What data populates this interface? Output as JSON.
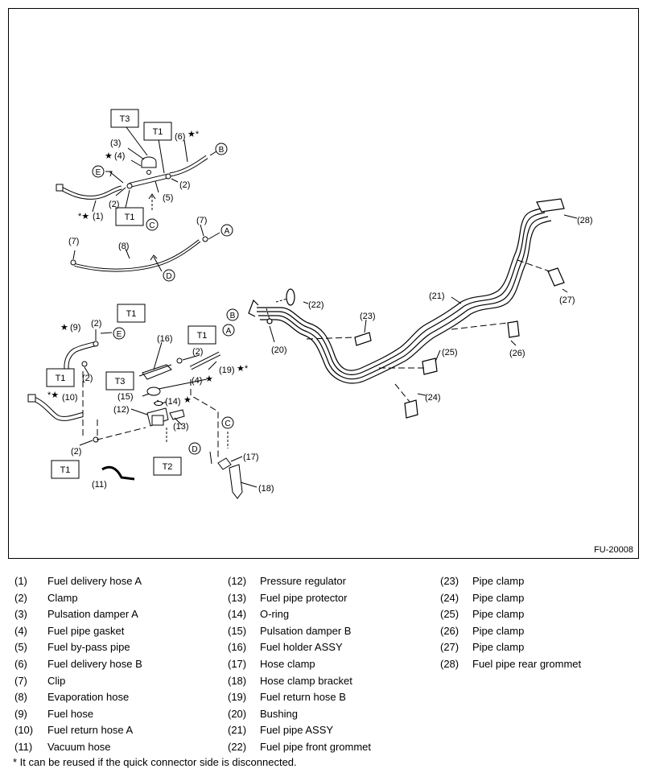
{
  "figure_id": "FU-20008",
  "callouts": {
    "n1": "(1)",
    "n2": "(2)",
    "n3": "(3)",
    "n4": "(4)",
    "n5": "(5)",
    "n6": "(6)",
    "n7": "(7)",
    "n8": "(8)",
    "n9": "(9)",
    "n10": "(10)",
    "n11": "(11)",
    "n12": "(12)",
    "n13": "(13)",
    "n14": "(14)",
    "n15": "(15)",
    "n16": "(16)",
    "n17": "(17)",
    "n18": "(18)",
    "n19": "(19)",
    "n20": "(20)",
    "n21": "(21)",
    "n22": "(22)",
    "n23": "(23)",
    "n24": "(24)",
    "n25": "(25)",
    "n26": "(26)",
    "n27": "(27)",
    "n28": "(28)",
    "star": "★",
    "star_asterisk": "★*",
    "asterisk_star": "*★",
    "A": "A",
    "B": "B",
    "C": "C",
    "D": "D",
    "E": "E",
    "T1": "T1",
    "T2": "T2",
    "T3": "T3"
  },
  "legend": {
    "col1": [
      {
        "num": "(1)",
        "name": "Fuel delivery hose A"
      },
      {
        "num": "(2)",
        "name": "Clamp"
      },
      {
        "num": "(3)",
        "name": "Pulsation damper A"
      },
      {
        "num": "(4)",
        "name": "Fuel pipe gasket"
      },
      {
        "num": "(5)",
        "name": "Fuel by-pass pipe"
      },
      {
        "num": "(6)",
        "name": "Fuel delivery hose B"
      },
      {
        "num": "(7)",
        "name": "Clip"
      },
      {
        "num": "(8)",
        "name": "Evaporation hose"
      },
      {
        "num": "(9)",
        "name": "Fuel hose"
      },
      {
        "num": "(10)",
        "name": "Fuel return hose A"
      },
      {
        "num": "(11)",
        "name": "Vacuum hose"
      }
    ],
    "col2": [
      {
        "num": "(12)",
        "name": "Pressure regulator"
      },
      {
        "num": "(13)",
        "name": "Fuel pipe protector"
      },
      {
        "num": "(14)",
        "name": "O-ring"
      },
      {
        "num": "(15)",
        "name": "Pulsation damper B"
      },
      {
        "num": "(16)",
        "name": "Fuel holder ASSY"
      },
      {
        "num": "(17)",
        "name": "Hose clamp"
      },
      {
        "num": "(18)",
        "name": "Hose clamp bracket"
      },
      {
        "num": "(19)",
        "name": "Fuel return hose B"
      },
      {
        "num": "(20)",
        "name": "Bushing"
      },
      {
        "num": "(21)",
        "name": "Fuel pipe ASSY"
      },
      {
        "num": "(22)",
        "name": "Fuel pipe front grommet"
      }
    ],
    "col3": [
      {
        "num": "(23)",
        "name": "Pipe clamp"
      },
      {
        "num": "(24)",
        "name": "Pipe clamp"
      },
      {
        "num": "(25)",
        "name": "Pipe clamp"
      },
      {
        "num": "(26)",
        "name": "Pipe clamp"
      },
      {
        "num": "(27)",
        "name": "Pipe clamp"
      },
      {
        "num": "(28)",
        "name": "Fuel pipe rear grommet"
      }
    ]
  },
  "footnote": "* It can be reused if the quick connector side is disconnected."
}
